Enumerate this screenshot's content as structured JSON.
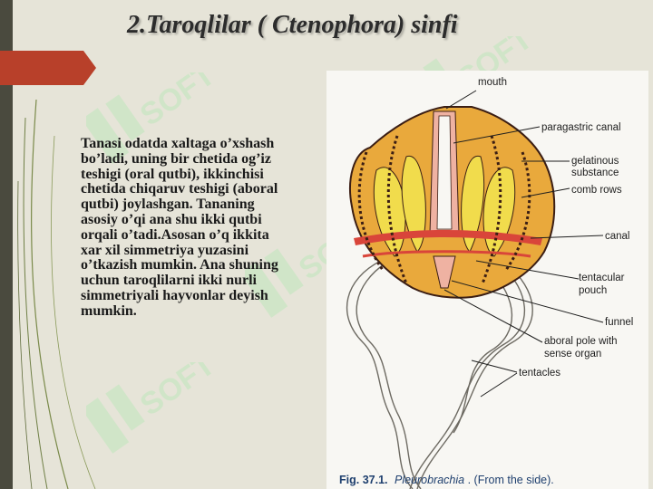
{
  "slide": {
    "title": "2.Taroqlilar ( Ctenophora) sinfi",
    "body_text": "Tanasi odatda xaltaga o’xshash  bo’ladi, uning bir chetida og’iz teshigi (oral qutbi), ikkinchisi chetida chiqaruv teshigi (aboral qutbi) joylashgan. Tananing asosiy o’qi ana shu ikki qutbi orqali o’tadi.Asosan o’q ikkita xar xil simmetriya yuzasini o’tkazish mumkin. Ana shuning uchun taroqlilarni ikki nurli simmetriyali hayvonlar deyish mumkin."
  },
  "watermark": {
    "text": "SOFT",
    "color": "#c9e6c3"
  },
  "figure": {
    "labels": {
      "mouth": "mouth",
      "paragastric": "paragastric canal",
      "gelatinous_1": "gelatinous",
      "gelatinous_2": "substance",
      "comb_rows": "comb rows",
      "canal": "canal",
      "tentacular_1": "tentacular",
      "tentacular_2": "pouch",
      "funnel": "funnel",
      "aboral_1": "aboral pole with",
      "aboral_2": "sense organ",
      "tentacles": "tentacles"
    },
    "caption_prefix": "Fig. 37.1.",
    "caption_name": "Pleurobrachia",
    "caption_suffix": ". (From the side).",
    "colors": {
      "body": "#e9a93c",
      "inner": "#f1dc4c",
      "canal": "#d9453a",
      "stomach": "#efb2a2",
      "rows": "#3b1e14"
    }
  },
  "colors": {
    "accent": "#b8402a",
    "strip": "#4a4a3e",
    "background": "#e6e4d8"
  }
}
